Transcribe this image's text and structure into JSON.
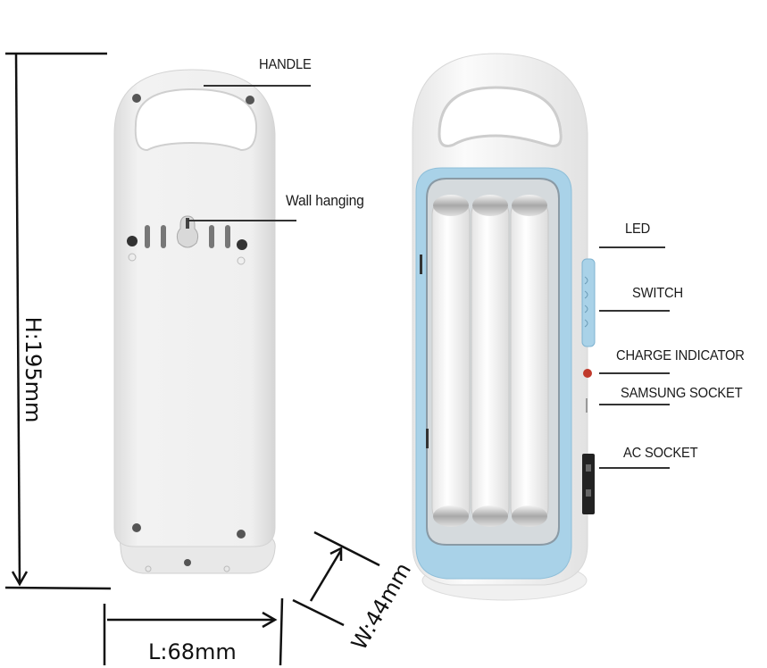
{
  "figure": {
    "title": "Portable rechargeable emergency lantern – dimensions and parts",
    "views": [
      "back-view",
      "front-view"
    ]
  },
  "dimensions": {
    "height": "H:195mm",
    "length": "L:68mm",
    "width": "W:44mm"
  },
  "back_view": {
    "callouts": [
      {
        "id": "handle",
        "label": "HANDLE"
      },
      {
        "id": "wall-hanging",
        "label": "Wall hanging"
      }
    ]
  },
  "front_view": {
    "callouts": [
      {
        "id": "led",
        "label": "LED"
      },
      {
        "id": "switch",
        "label": "SWITCH"
      },
      {
        "id": "charge-indicator",
        "label": "CHARGE INDICATOR"
      },
      {
        "id": "samsung-socket",
        "label": "SAMSUNG SOCKET"
      },
      {
        "id": "ac-socket",
        "label": "AC SOCKET"
      }
    ]
  },
  "colors": {
    "body": "#ececec",
    "accent_blue": "#a9d2e8",
    "tube": "#f7f7f7",
    "indicator_red": "#c0392b",
    "line": "#222222"
  }
}
